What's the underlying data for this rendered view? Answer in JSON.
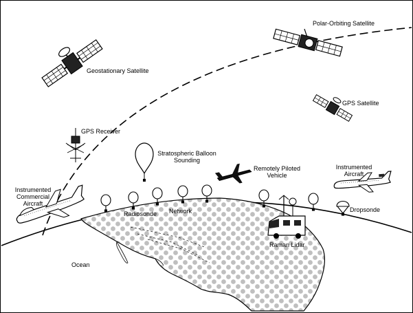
{
  "labels": {
    "geostationary": "Geostationary Satellite",
    "polar": "Polar-Orbiting Satellite",
    "gps_sat": "GPS Satellite",
    "gps_rx": "GPS Receiver",
    "balloon_line1": "Stratospheric Balloon",
    "balloon_line2": "Sounding",
    "rpv_line1": "Remotely Piloted",
    "rpv_line2": "Vehicle",
    "inst_aircraft_line1": "Instrumented",
    "inst_aircraft_line2": "Aircraft",
    "commercial_line1": "Instrumented",
    "commercial_line2": "Commercial",
    "commercial_line3": "Aircraft",
    "radiosonde": "Radiosonde",
    "network": "Network",
    "dropsonde": "Dropsonde",
    "lidar": "Raman Lidar",
    "ocean": "Ocean"
  },
  "colors": {
    "ink": "#000000",
    "paper": "#ffffff",
    "land_pattern": "#8a8a8a"
  }
}
